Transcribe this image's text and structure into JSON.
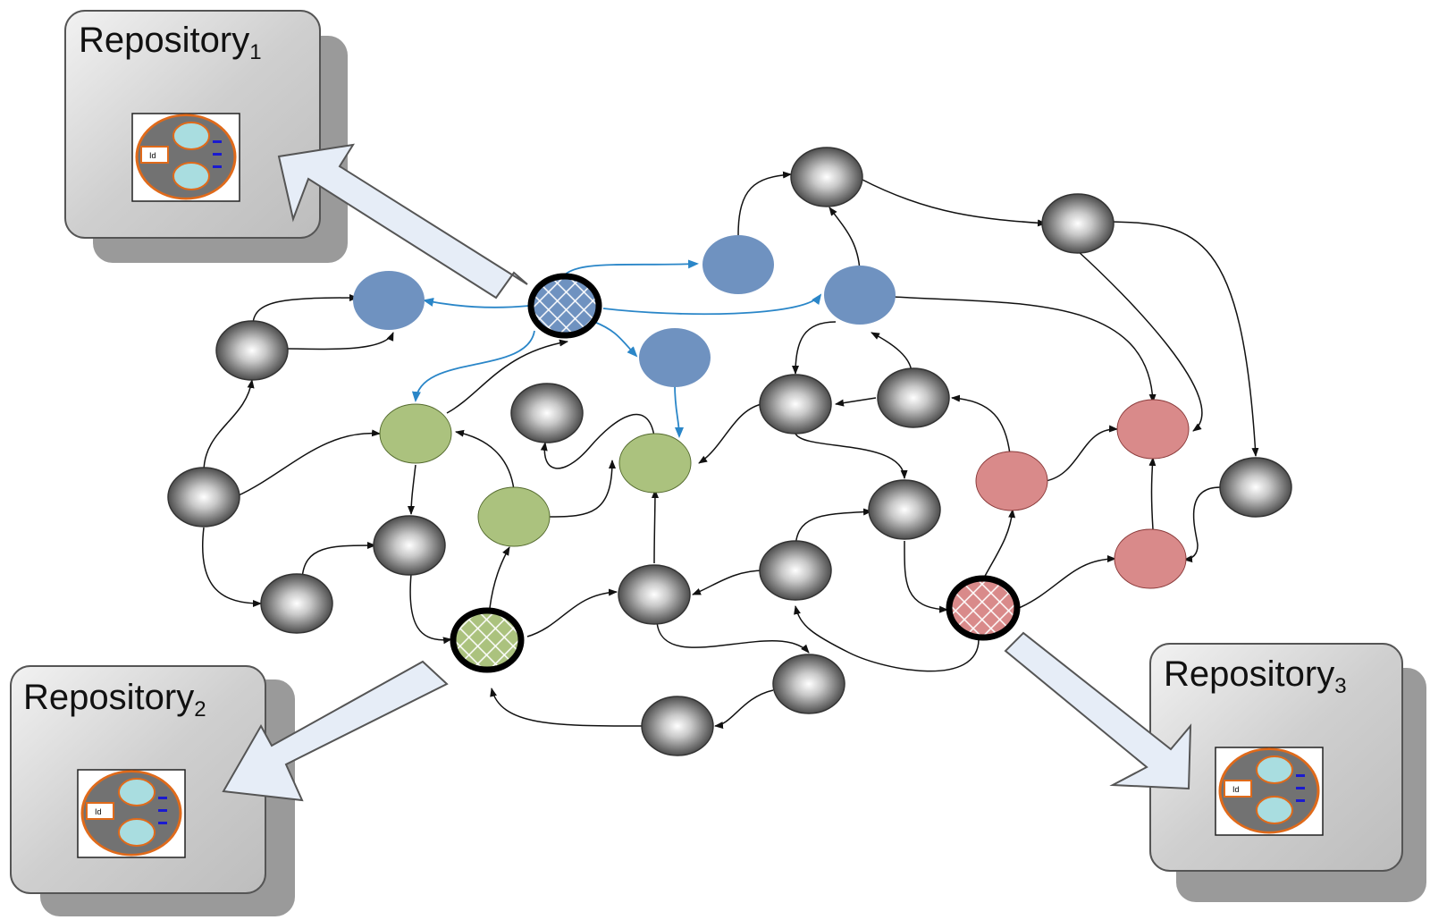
{
  "repositories": [
    {
      "title": "Repository",
      "subscript": "1",
      "id_label": "Id"
    },
    {
      "title": "Repository",
      "subscript": "2",
      "id_label": "Id"
    },
    {
      "title": "Repository",
      "subscript": "3",
      "id_label": "Id"
    }
  ],
  "colors": {
    "gray_node": "#6f6f6f",
    "blue": "#6f92c0",
    "green": "#abc27e",
    "red": "#d98a8a",
    "arrow_fill": "#e6edf7",
    "edge_blue": "#2a86c8",
    "edge_black": "#111111",
    "repo_fill": "#d9d9d9"
  },
  "icons": [
    "repository-box-icon",
    "component-schema-icon",
    "id-label-icon"
  ]
}
